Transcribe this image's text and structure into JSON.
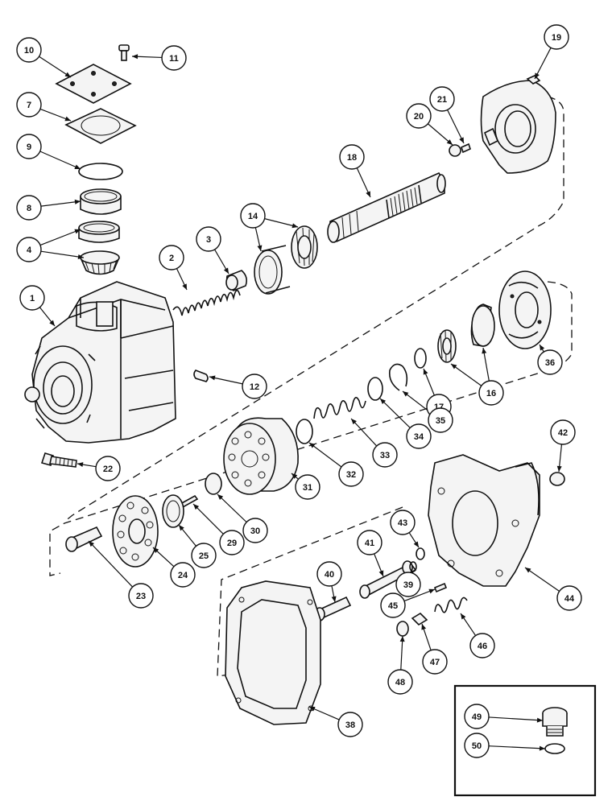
{
  "callouts": [
    {
      "n": "1"
    },
    {
      "n": "2"
    },
    {
      "n": "3"
    },
    {
      "n": "4"
    },
    {
      "n": "7"
    },
    {
      "n": "8"
    },
    {
      "n": "9"
    },
    {
      "n": "10"
    },
    {
      "n": "11"
    },
    {
      "n": "12"
    },
    {
      "n": "14"
    },
    {
      "n": "16"
    },
    {
      "n": "17"
    },
    {
      "n": "18"
    },
    {
      "n": "19"
    },
    {
      "n": "20"
    },
    {
      "n": "21"
    },
    {
      "n": "22"
    },
    {
      "n": "23"
    },
    {
      "n": "24"
    },
    {
      "n": "25"
    },
    {
      "n": "29"
    },
    {
      "n": "30"
    },
    {
      "n": "31"
    },
    {
      "n": "32"
    },
    {
      "n": "33"
    },
    {
      "n": "34"
    },
    {
      "n": "35"
    },
    {
      "n": "36"
    },
    {
      "n": "38"
    },
    {
      "n": "39"
    },
    {
      "n": "40"
    },
    {
      "n": "41"
    },
    {
      "n": "42"
    },
    {
      "n": "43"
    },
    {
      "n": "44"
    },
    {
      "n": "45"
    },
    {
      "n": "46"
    },
    {
      "n": "47"
    },
    {
      "n": "48"
    },
    {
      "n": "49"
    },
    {
      "n": "50"
    }
  ]
}
